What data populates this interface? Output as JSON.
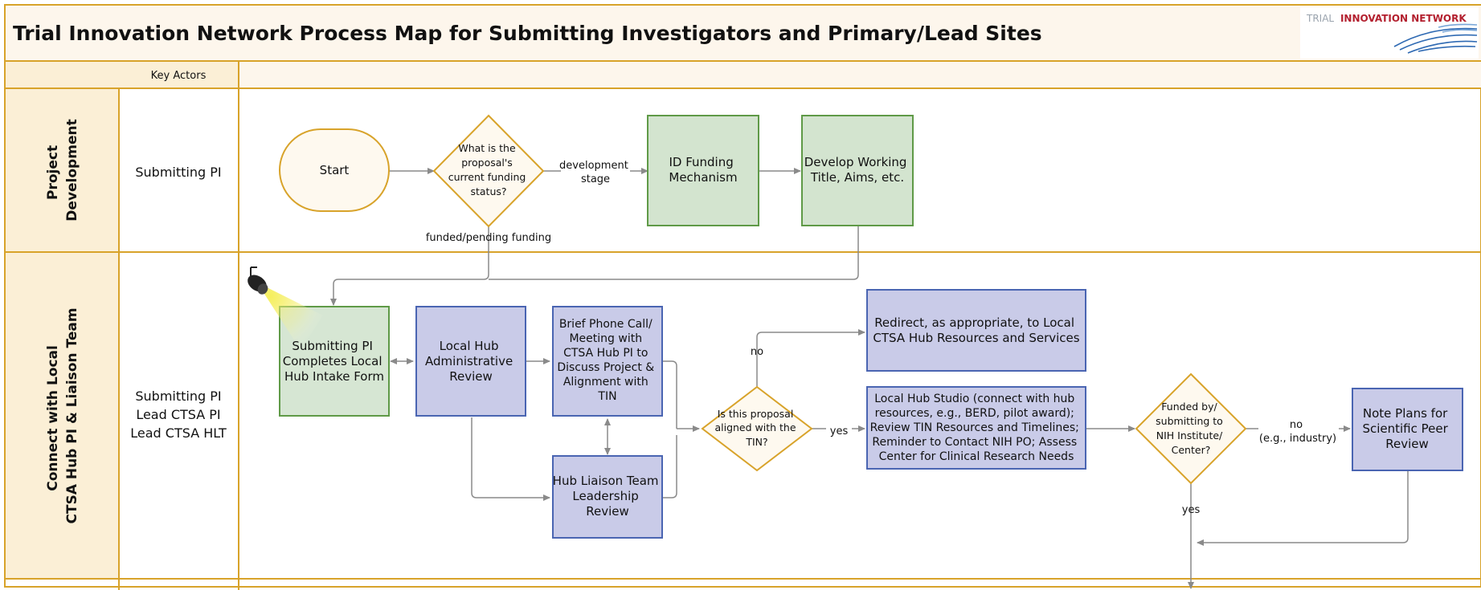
{
  "colors": {
    "gold_border": "#d8a32a",
    "lane_fill": "#fbefd6",
    "header_fill": "#fdf6ec",
    "green_fill": "#d3e4cf",
    "green_border": "#5f9a47",
    "purple_fill": "#c9cbe8",
    "purple_border": "#4a65b2",
    "decision_fill": "#fef9ef",
    "arrow": "#8a8a8a"
  },
  "header": {
    "title": "Trial Innovation Network Process Map for Submitting Investigators and Primary/Lead Sites",
    "logo_prefix": "TRIAL",
    "logo_main": "INNOVATION NETWORK"
  },
  "columns": {
    "key_actors": "Key Actors"
  },
  "lanes": [
    {
      "phase_lines": [
        "Project",
        "Development"
      ],
      "actors": [
        "Submitting PI"
      ]
    },
    {
      "phase_lines": [
        "Connect with Local",
        "CTSA Hub PI & Liaison Team"
      ],
      "actors": [
        "Submitting PI",
        "Lead CTSA PI",
        "Lead CTSA HLT"
      ]
    }
  ],
  "nodes": {
    "start": [
      "Start"
    ],
    "funding_status": [
      "What is the",
      "proposal's",
      "current funding",
      "status?"
    ],
    "id_funding": [
      "ID Funding",
      "Mechanism"
    ],
    "develop_title": [
      "Develop Working",
      "Title, Aims, etc."
    ],
    "intake_form": [
      "Submitting PI",
      "Completes Local",
      "Hub Intake Form"
    ],
    "admin_review": [
      "Local Hub",
      "Administrative",
      "Review"
    ],
    "brief_call": [
      "Brief Phone Call/",
      "Meeting with",
      "CTSA Hub PI to",
      "Discuss Project &",
      "Alignment with",
      "TIN"
    ],
    "hlt_review": [
      "Hub Liaison Team",
      "Leadership",
      "Review"
    ],
    "aligned": [
      "Is this proposal",
      "aligned with the",
      "TIN?"
    ],
    "redirect": [
      "Redirect, as appropriate, to Local",
      "CTSA Hub Resources and Services"
    ],
    "studio": [
      "Local Hub Studio (connect with hub",
      "resources, e.g., BERD, pilot award);",
      "Review TIN Resources and Timelines;",
      "Reminder to Contact NIH PO; Assess",
      "Center for Clinical Research Needs"
    ],
    "nih_funded": [
      "Funded by/",
      "submitting to",
      "NIH Institute/",
      "Center?"
    ],
    "peer_review": [
      "Note Plans for",
      "Scientific Peer",
      "Review"
    ]
  },
  "edge_labels": {
    "development": [
      "development",
      "stage"
    ],
    "funded": "funded/pending funding",
    "no_top": "no",
    "yes_mid": "yes",
    "no_industry": [
      "no",
      "(e.g., industry)"
    ],
    "yes_bottom": "yes"
  }
}
